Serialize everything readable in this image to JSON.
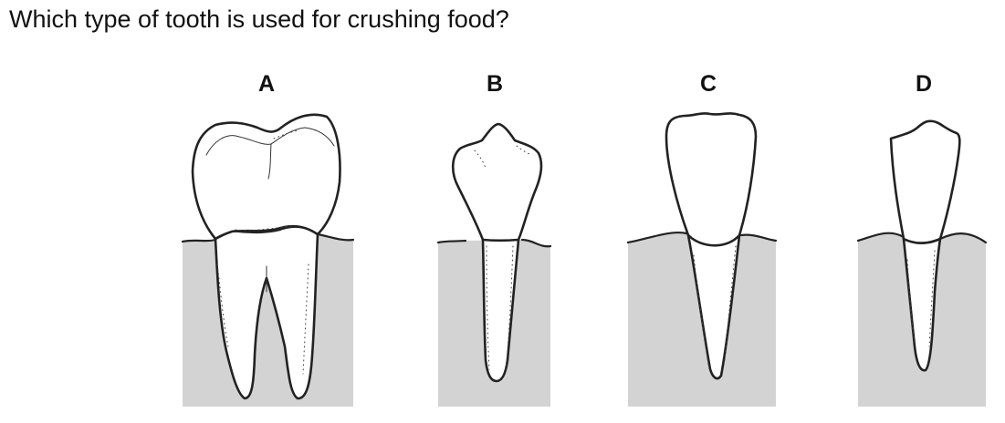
{
  "question": "Which type of tooth is used for crushing food?",
  "options": [
    {
      "label": "A",
      "icon": "molar-tooth-icon"
    },
    {
      "label": "B",
      "icon": "premolar-tooth-icon"
    },
    {
      "label": "C",
      "icon": "incisor-tooth-icon"
    },
    {
      "label": "D",
      "icon": "canine-tooth-icon"
    }
  ],
  "colors": {
    "gum": "#d3d3d3",
    "outline": "#222222"
  }
}
